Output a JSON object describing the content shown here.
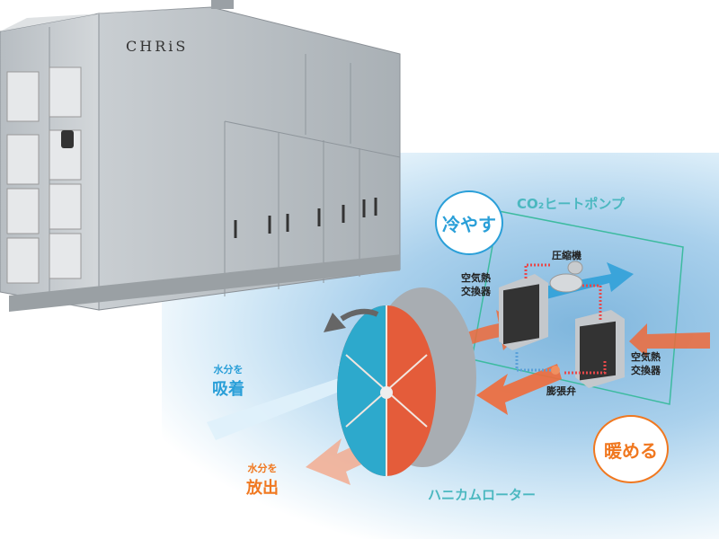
{
  "product": {
    "logo_text": "CHRiS"
  },
  "diagram": {
    "heat_pump_title": "CO₂ヒートポンプ",
    "cool_bubble": "冷やす",
    "warm_bubble": "暖める",
    "compressor": "圧縮機",
    "heat_exchanger_left": [
      "空気熱",
      "交換器"
    ],
    "heat_exchanger_right": [
      "空気熱",
      "交換器"
    ],
    "expansion_valve": "膨張弁",
    "adsorb": {
      "line1": "水分を",
      "line2": "吸着"
    },
    "release": {
      "line1": "水分を",
      "line2": "放出"
    },
    "rotor_label": "ハニカムローター"
  },
  "colors": {
    "cool": "#2a9fd8",
    "warm": "#f07820",
    "teal": "#4bb8c0",
    "frame": "#3dbba0"
  }
}
